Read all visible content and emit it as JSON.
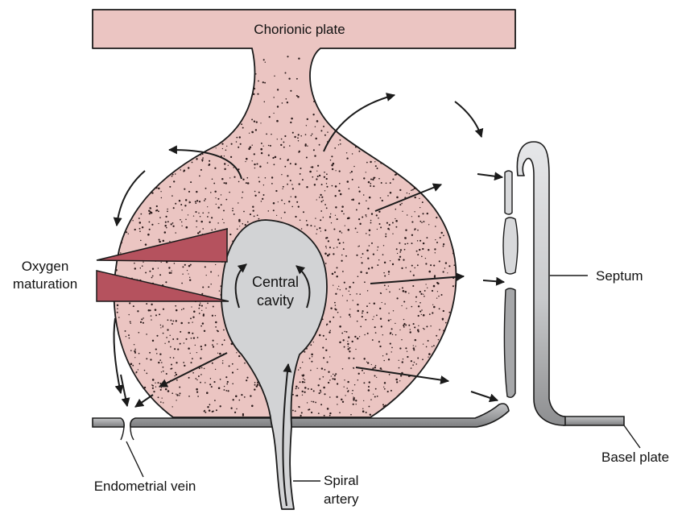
{
  "labels": {
    "chorionic_plate": "Chorionic plate",
    "oxygen_line1": "Oxygen",
    "oxygen_line2": "maturation",
    "central_line1": "Central",
    "central_line2": "cavity",
    "septum": "Septum",
    "basal_plate": "Basel plate",
    "endometrial_vein": "Endometrial vein",
    "spiral_line1": "Spiral",
    "spiral_line2": "artery"
  },
  "colors": {
    "villus_fill": "#ebc5c2",
    "cavity_fill": "#d2d3d5",
    "oxygen_wedge": "#b5525e",
    "septum_fill": "#d8d9db",
    "plate_fill": "#8e8f91",
    "stroke": "#1a1a1a"
  }
}
